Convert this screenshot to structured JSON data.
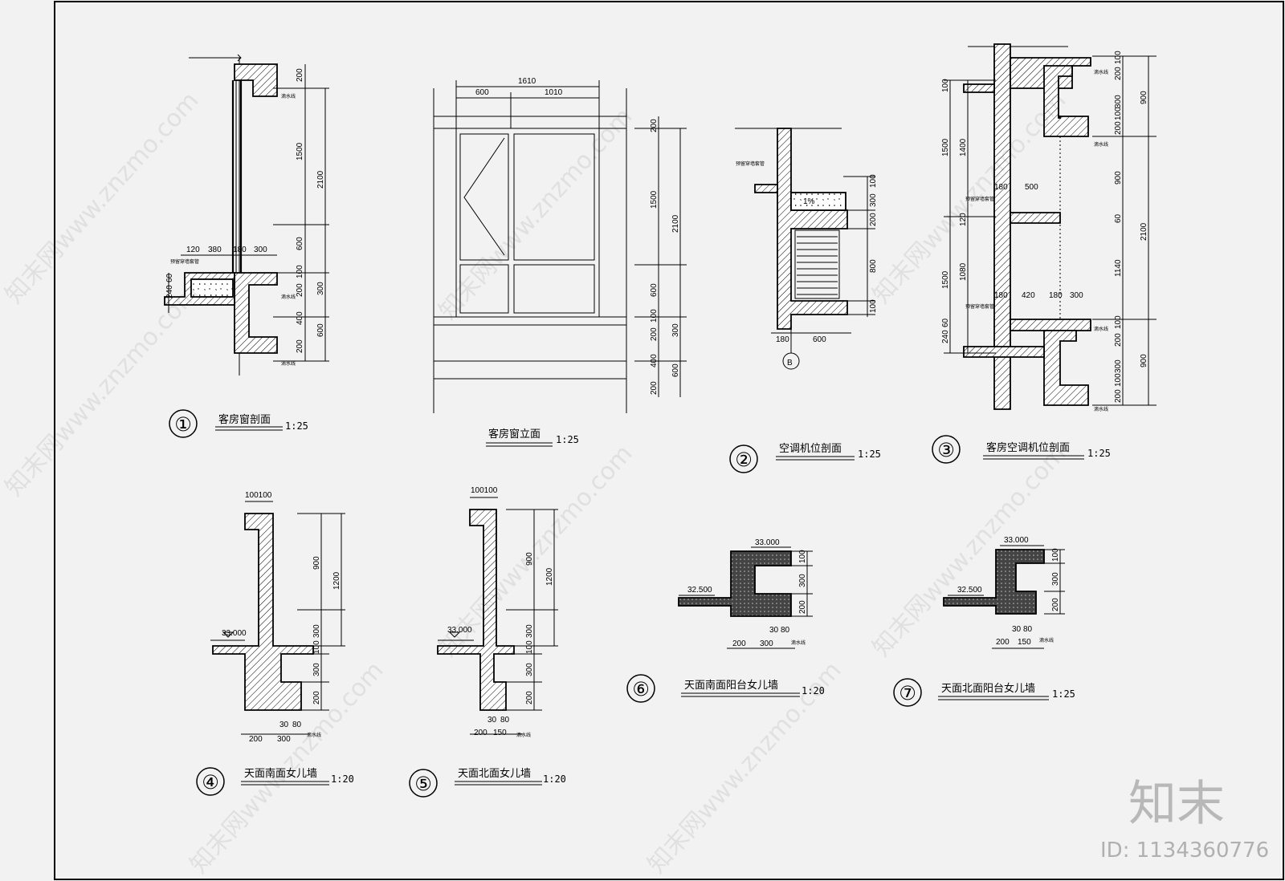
{
  "drawings": [
    {
      "number": "①",
      "title": "客房窗剖面",
      "scale": "1:25"
    },
    {
      "number": "",
      "title": "客房窗立面",
      "scale": "1:25"
    },
    {
      "number": "②",
      "title": "空调机位剖面",
      "scale": "1:25"
    },
    {
      "number": "③",
      "title": "客房空调机位剖面",
      "scale": "1:25"
    },
    {
      "number": "④",
      "title": "天面南面女儿墙",
      "scale": "1:20"
    },
    {
      "number": "⑤",
      "title": "天面北面女儿墙",
      "scale": "1:20"
    },
    {
      "number": "⑥",
      "title": "天面南面阳台女儿墙",
      "scale": "1:20"
    },
    {
      "number": "⑦",
      "title": "天面北面阳台女儿墙",
      "scale": "1:25"
    }
  ],
  "section1": {
    "dims_right": [
      "200",
      "1500",
      "2100",
      "600",
      "100",
      "200",
      "300",
      "400",
      "600",
      "200"
    ],
    "dims_top": [
      "120",
      "380",
      "180",
      "300"
    ],
    "dims_left": [
      "240",
      "60"
    ],
    "notes": [
      "滴水线",
      "滴水线",
      "滴水线",
      "预留穿墙套管"
    ]
  },
  "elevation": {
    "dims_top": [
      "1610",
      "600",
      "1010"
    ],
    "dims_right": [
      "200",
      "1500",
      "2100",
      "600",
      "100",
      "200",
      "300",
      "400",
      "600",
      "200"
    ]
  },
  "section2": {
    "slope": "1%",
    "dims_right": [
      "100",
      "300",
      "200",
      "800",
      "100"
    ],
    "dims_bottom": [
      "180",
      "600"
    ],
    "axis": "B",
    "note": "预留穿墙套管"
  },
  "section3": {
    "dims_right": [
      "100",
      "200",
      "300",
      "100",
      "200",
      "900",
      "900",
      "60",
      "2100",
      "1140",
      "100",
      "200",
      "300",
      "100",
      "200",
      "900"
    ],
    "dims_left": [
      "100",
      "1500",
      "1400",
      "120",
      "1500",
      "1080",
      "240",
      "60"
    ],
    "dims_mid": [
      "180",
      "500",
      "180",
      "420",
      "180",
      "300"
    ],
    "notes": [
      "滴水线",
      "滴水线",
      "预留穿墙套管",
      "预留穿墙套管",
      "滴水线",
      "滴水线"
    ]
  },
  "section4": {
    "dims_top": "100100",
    "elevation": "33.000",
    "dims_right": [
      "900",
      "1200",
      "300",
      "100",
      "300",
      "200"
    ],
    "dims_bottom": [
      "200",
      "300",
      "30",
      "80"
    ],
    "note": "滴水线"
  },
  "section5": {
    "dims_top": "100100",
    "elevation": "33.000",
    "dims_right": [
      "900",
      "1200",
      "300",
      "100",
      "300",
      "200"
    ],
    "dims_bottom": [
      "200",
      "150",
      "30",
      "80"
    ],
    "note": "滴水线"
  },
  "section6": {
    "elevation_top": "33.000",
    "elevation_low": "32.500",
    "dims_right": [
      "100",
      "300",
      "200"
    ],
    "dims_bottom": [
      "200",
      "300",
      "30",
      "80"
    ],
    "note": "滴水线"
  },
  "section7": {
    "elevation_top": "33.000",
    "elevation_low": "32.500",
    "dims_right": [
      "100",
      "300",
      "200"
    ],
    "dims_bottom": [
      "200",
      "150",
      "30",
      "80"
    ],
    "note": "滴水线"
  },
  "watermark": {
    "text": "知末网www.znzmo.com",
    "brand": "知末",
    "id": "ID: 1134360776"
  }
}
